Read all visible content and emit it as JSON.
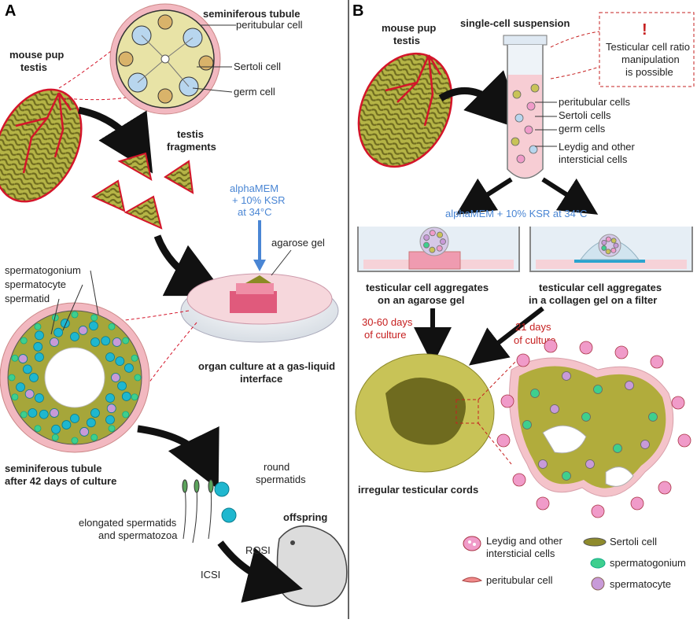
{
  "panel_a": {
    "letter": "A",
    "mouse_pup_testis": [
      "mouse pup",
      "testis"
    ],
    "seminiferous_tubule": "seminiferous tubule",
    "peritubular_cell": "peritubular cell",
    "sertoli_cell": "Sertoli cell",
    "germ_cell": "germ cell",
    "testis_fragments": [
      "testis",
      "fragments"
    ],
    "medium": [
      "alphaMEM",
      "+ 10% KSR",
      "at 34°C"
    ],
    "agarose_gel": "agarose gel",
    "spermatogonium": "spermatogonium",
    "spermatocyte": "spermatocyte",
    "spermatid": "spermatid",
    "organ_culture": [
      "organ culture at a gas-liquid",
      "interface"
    ],
    "tubule_after": [
      "seminiferous tubule",
      "after 42 days of culture"
    ],
    "round_spermatids": [
      "round",
      "spermatids"
    ],
    "elongated": [
      "elongated spermatids",
      "and spermatozoa"
    ],
    "offspring": "offspring",
    "rosi": "ROSI",
    "icsi": "ICSI"
  },
  "panel_b": {
    "letter": "B",
    "mouse_pup_testis": [
      "mouse pup",
      "testis"
    ],
    "suspension": "single-cell suspension",
    "ratio_note": [
      "Testicular cell ratio",
      "manipulation",
      "is possible"
    ],
    "exclamation": "!",
    "tube_labels": [
      "peritubular cells",
      "Sertoli cells",
      "germ cells",
      "Leydig and other",
      "intersticial cells"
    ],
    "medium": "alphaMEM + 10% KSR at 34°C",
    "agg_left": [
      "testicular cell aggregates",
      "on an agarose gel"
    ],
    "agg_right": [
      "testicular cell aggregates",
      "in a collagen gel on a filter"
    ],
    "days_left": [
      "30-60 days",
      "of culture"
    ],
    "days_right": [
      "21 days",
      "of culture"
    ],
    "cords": "irregular testicular cords",
    "legend": {
      "leydig": [
        "Leydig and other",
        "intersticial cells"
      ],
      "sertoli": "Sertoli cell",
      "spermatogonium": "spermatogonium",
      "peritubular": "peritubular cell",
      "spermatocyte": "spermatocyte"
    }
  },
  "colors": {
    "tissue": "#b5b446",
    "tissue_dark": "#6f6b1f",
    "vessel": "#d4152a",
    "pink": "#f2b8c0",
    "blue_text": "#4a86d4",
    "red_text": "#c62020",
    "teal_cell": "#1fb7cf",
    "green_cell": "#3ecf8e",
    "purple_cell": "#c89ad8"
  }
}
